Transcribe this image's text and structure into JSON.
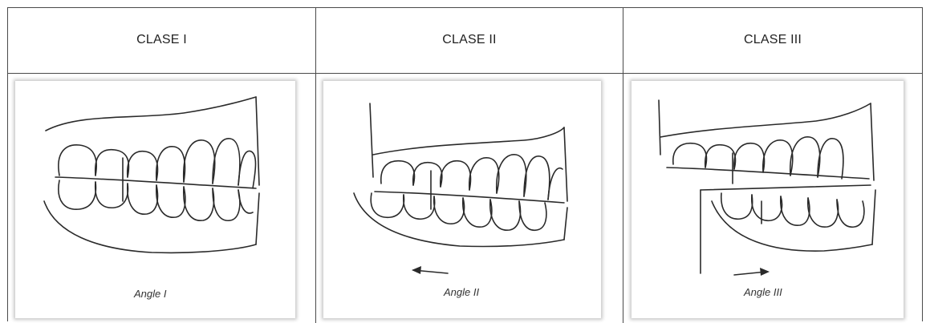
{
  "columns": [
    {
      "header": "CLASE I",
      "caption": "Angle I",
      "arrow": "none"
    },
    {
      "header": "CLASE II",
      "caption": "Angle II",
      "arrow": "left"
    },
    {
      "header": "CLASE III",
      "caption": "Angle III",
      "arrow": "right"
    }
  ],
  "colors": {
    "border": "#4a4a4a",
    "ink": "#2a2a2a",
    "background": "#ffffff"
  }
}
